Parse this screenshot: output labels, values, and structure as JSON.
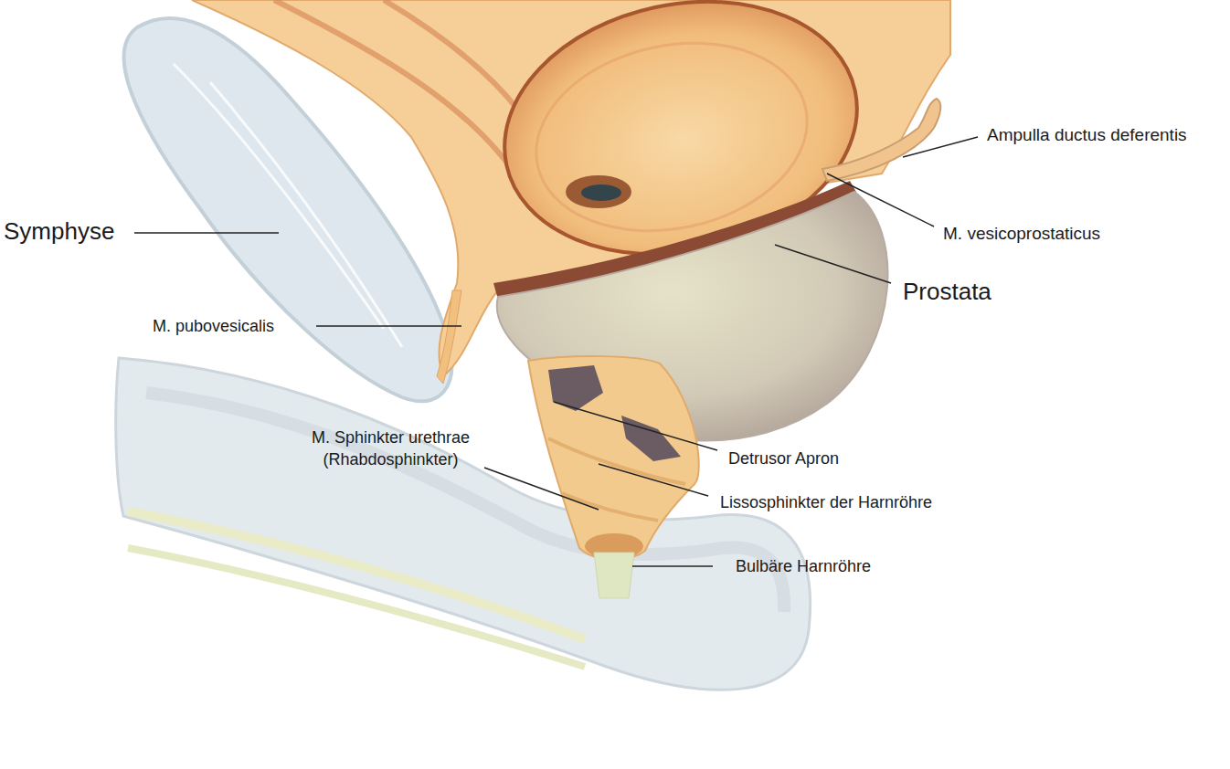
{
  "diagram": {
    "labels": [
      "Ampulla ductus deferentis",
      "Symphyse",
      "M. vesicoprostaticus",
      "Prostata",
      "M. pubovesicalis",
      "M. Sphinkter urethrae (Rhabdosphinkter)",
      "Detrusor Apron",
      "Lissosphinkter der Harnröhre",
      "Bulbäre Harnröhre"
    ]
  }
}
